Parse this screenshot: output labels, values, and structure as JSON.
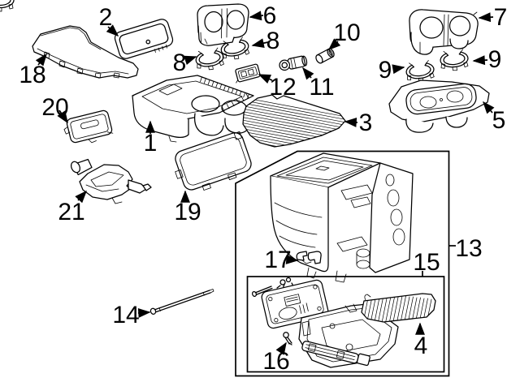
{
  "colors": {
    "ink": "#000000",
    "background": "#ffffff"
  },
  "callouts": {
    "c1": {
      "text": "1"
    },
    "c2": {
      "text": "2"
    },
    "c3": {
      "text": "3"
    },
    "c4": {
      "text": "4"
    },
    "c5": {
      "text": "5"
    },
    "c6": {
      "text": "6"
    },
    "c7": {
      "text": "7"
    },
    "c8a": {
      "text": "8"
    },
    "c8b": {
      "text": "8"
    },
    "c9a": {
      "text": "9"
    },
    "c9b": {
      "text": "9"
    },
    "c10": {
      "text": "10"
    },
    "c11": {
      "text": "11"
    },
    "c12": {
      "text": "12"
    },
    "c13": {
      "text": "13"
    },
    "c14": {
      "text": "14"
    },
    "c15": {
      "text": "15"
    },
    "c16": {
      "text": "16"
    },
    "c17": {
      "text": "17"
    },
    "c18": {
      "text": "18"
    },
    "c19": {
      "text": "19"
    },
    "c20": {
      "text": "20"
    },
    "c21": {
      "text": "21"
    }
  }
}
